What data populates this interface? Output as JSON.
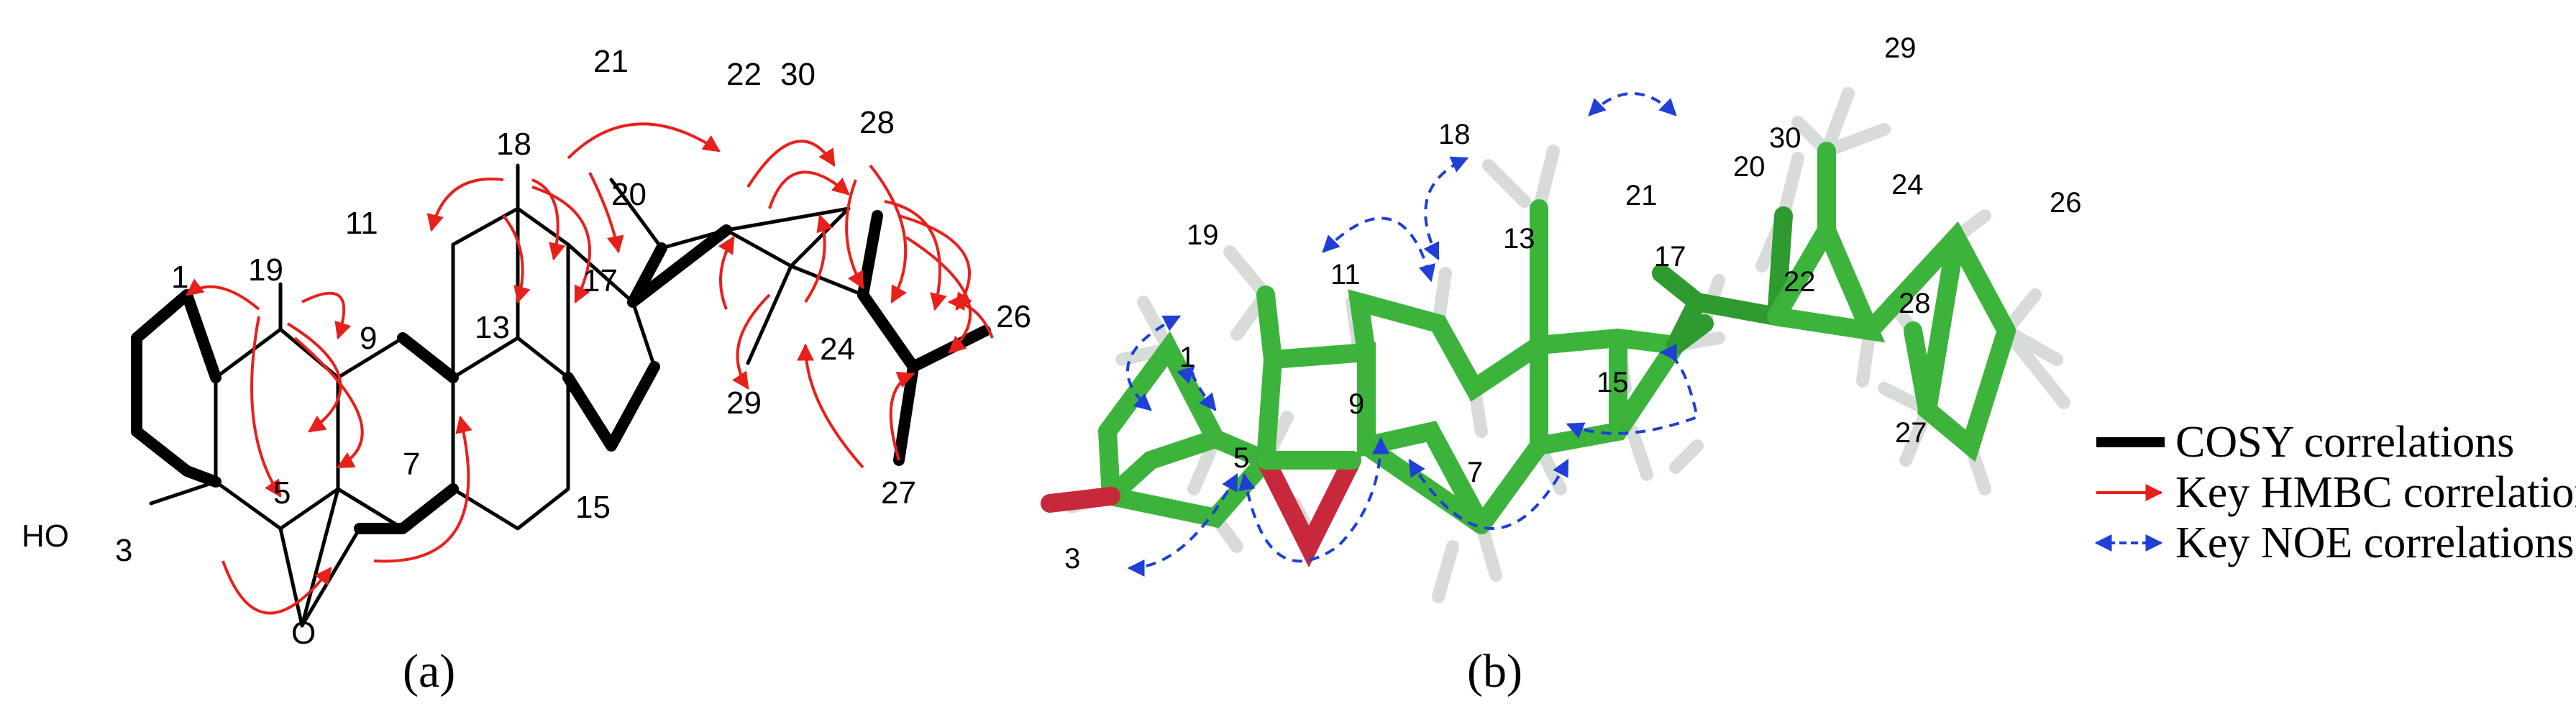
{
  "panel_a": {
    "caption": "(a)",
    "atom_labels": {
      "c1": "1",
      "c3": "3",
      "c5": "5",
      "c7": "7",
      "c9": "9",
      "c11": "11",
      "c13": "13",
      "c15": "15",
      "c17": "17",
      "c18": "18",
      "c19": "19",
      "c20": "20",
      "c21": "21",
      "c22": "22",
      "c24": "24",
      "c26": "26",
      "c27": "27",
      "c28": "28",
      "c29": "29",
      "c30": "30",
      "ho": "HO",
      "o": "O"
    }
  },
  "panel_b": {
    "caption": "(b)",
    "atom_labels": {
      "c1": "1",
      "c3": "3",
      "c5": "5",
      "c7": "7",
      "c9": "9",
      "c11": "11",
      "c13": "13",
      "c15": "15",
      "c17": "17",
      "c18": "18",
      "c19": "19",
      "c20": "20",
      "c21": "21",
      "c22": "22",
      "c24": "24",
      "c26": "26",
      "c27": "27",
      "c28": "28",
      "c29": "29",
      "c30": "30"
    }
  },
  "legend": {
    "cosy": "COSY correlations",
    "hmbc": "Key HMBC correlations",
    "noe": "Key NOE correlations"
  },
  "colors": {
    "cosy": "#000000",
    "hmbc": "#e8201c",
    "noe": "#1f3fd6",
    "carbon": "#3cb43c",
    "oxygen": "#c8283c",
    "hydrogen": "#d8dcd8"
  }
}
